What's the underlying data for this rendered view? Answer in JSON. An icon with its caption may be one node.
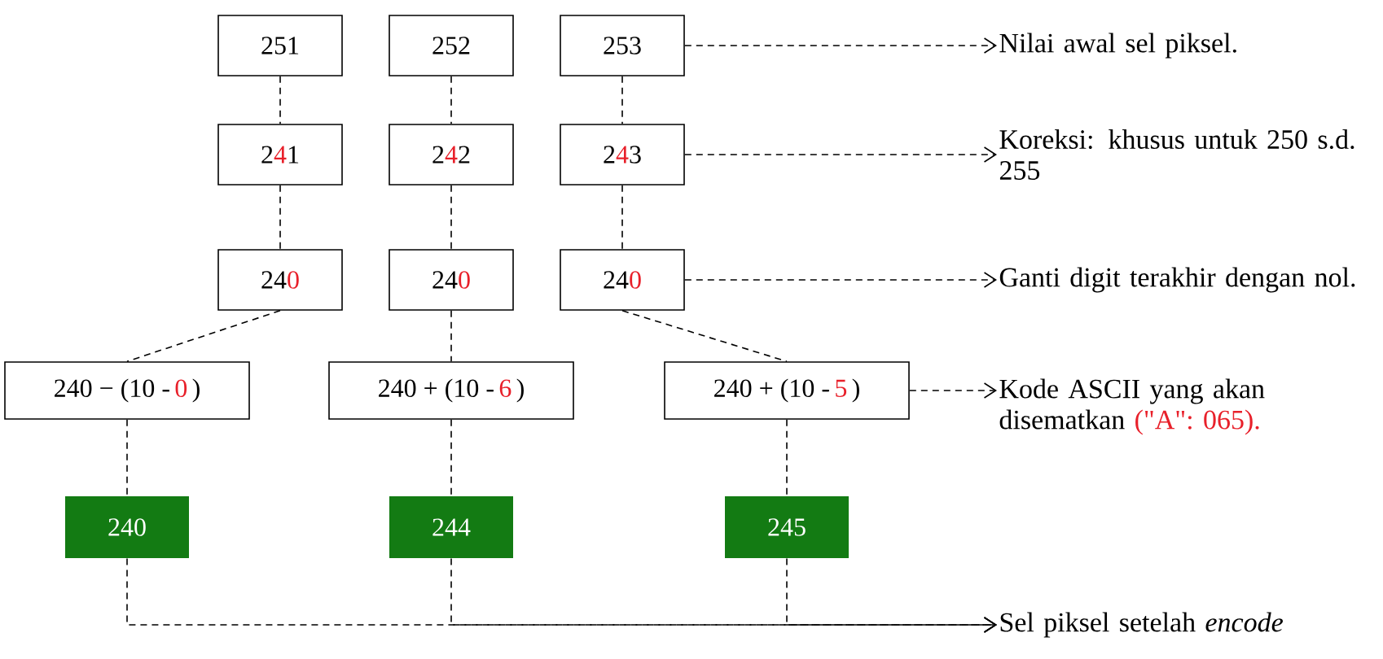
{
  "diagram": {
    "nodes": [
      {
        "text": [
          "251"
        ]
      },
      {
        "text": [
          "252"
        ]
      },
      {
        "text": [
          "253"
        ]
      },
      {
        "text": [
          "2",
          "4",
          "1"
        ]
      },
      {
        "text": [
          "2",
          "4",
          "2"
        ]
      },
      {
        "text": [
          "2",
          "4",
          "3"
        ]
      },
      {
        "text": [
          "24",
          "0"
        ]
      },
      {
        "text": [
          "24",
          "0"
        ]
      },
      {
        "text": [
          "24",
          "0"
        ]
      },
      {
        "text": [
          "240 − (10 -",
          "0",
          ")"
        ]
      },
      {
        "text": [
          "240 + (10 -",
          "6",
          ")"
        ]
      },
      {
        "text": [
          "240 + (10 -",
          "5",
          ")"
        ]
      },
      {
        "text": [
          "240"
        ]
      },
      {
        "text": [
          "244"
        ]
      },
      {
        "text": [
          "245"
        ]
      },
      {
        "text": [
          "Nilai awal sel piksel."
        ]
      },
      {
        "text": [
          "Koreksi: khusus untuk 250 s.d. 255"
        ]
      },
      {
        "text": [
          "Ganti digit terakhir dengan nol."
        ]
      },
      {
        "text": [
          "Kode ASCII yang akan disematkan",
          "(\"A\": 065)."
        ]
      },
      {
        "text": [
          "Sel piksel setelah *encode*"
        ]
      }
    ],
    "edges": [
      {
        "from": 0,
        "to": 3,
        "arrow": "none",
        "style": "dashed"
      },
      {
        "from": 1,
        "to": 4,
        "arrow": "none",
        "style": "dashed"
      },
      {
        "from": 2,
        "to": 5,
        "arrow": "none",
        "style": "dashed"
      },
      {
        "from": 3,
        "to": 6,
        "arrow": "none",
        "style": "dashed"
      },
      {
        "from": 4,
        "to": 7,
        "arrow": "none",
        "style": "dashed"
      },
      {
        "from": 5,
        "to": 8,
        "arrow": "none",
        "style": "dashed"
      },
      {
        "from": 6,
        "to": 9,
        "arrow": "none",
        "style": "dashed"
      },
      {
        "from": 7,
        "to": 10,
        "arrow": "none",
        "style": "dashed"
      },
      {
        "from": 8,
        "to": 11,
        "arrow": "none",
        "style": "dashed"
      },
      {
        "from": 9,
        "to": 12,
        "arrow": "none",
        "style": "dashed"
      },
      {
        "from": 10,
        "to": 13,
        "arrow": "none",
        "style": "dashed"
      },
      {
        "from": 11,
        "to": 14,
        "arrow": "none",
        "style": "dashed"
      },
      {
        "from": 2,
        "to": 15,
        "arrow": "to",
        "style": "dashed"
      },
      {
        "from": 5,
        "to": 16,
        "arrow": "to",
        "style": "dashed"
      },
      {
        "from": 8,
        "to": 17,
        "arrow": "to",
        "style": "dashed"
      },
      {
        "from": 11,
        "to": 18,
        "arrow": "to",
        "style": "dashed"
      },
      {
        "from": 12,
        "to": 19,
        "arrow": "to",
        "style": "dashed"
      },
      {
        "from": 13,
        "to": 19,
        "arrow": "to",
        "style": "dashed"
      },
      {
        "from": 14,
        "to": 19,
        "arrow": "to",
        "style": "dashed"
      }
    ]
  }
}
